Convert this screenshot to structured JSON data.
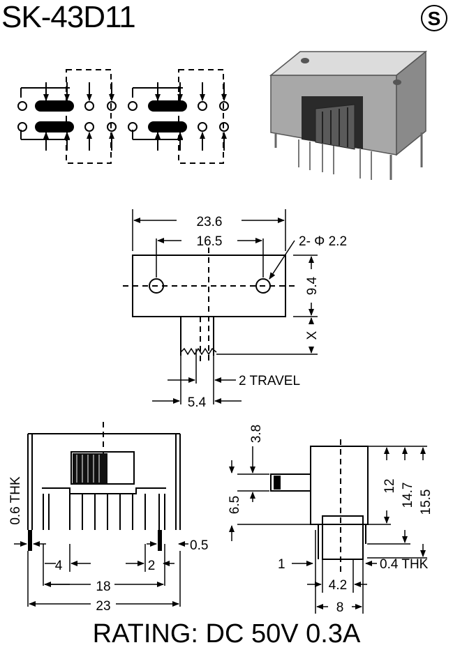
{
  "header": {
    "model": "SK-43D11",
    "logo_letter": "S"
  },
  "top_view": {
    "width": "23.6",
    "hole_spacing": "16.5",
    "holes": "2- Φ 2.2",
    "height": "9.4",
    "actuator": "X",
    "travel": "2 TRAVEL",
    "actuator_width": "5.4"
  },
  "front_view": {
    "thickness": "0.6 THK",
    "pin_pitch": "4",
    "pin_gap": "2",
    "pin_offset": "0.5",
    "pin_span": "18",
    "overall": "23"
  },
  "side_view": {
    "lever_height": "3.8",
    "lever_width": "6.5",
    "pin_height": "12",
    "body_height": "14.7",
    "overall_height": "15.5",
    "pin_dia": "1",
    "pin_thk": "0.4 THK",
    "pin_row": "4.2",
    "depth": "8"
  },
  "footer": {
    "rating": "RATING: DC 50V 0.3A"
  }
}
